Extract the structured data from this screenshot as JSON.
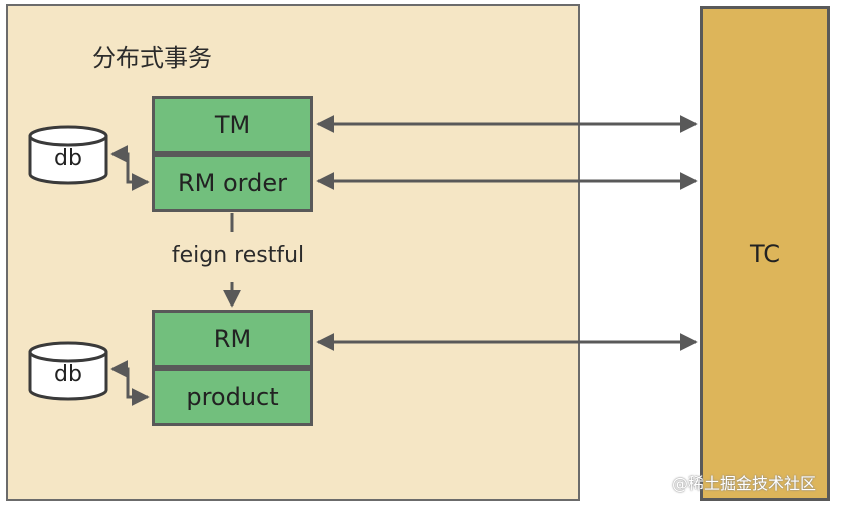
{
  "title": "分布式事务",
  "boxes": {
    "tm": "TM",
    "rm_order": "RM order",
    "rm": "RM",
    "product": "product",
    "tc": "TC"
  },
  "databases": [
    "db",
    "db"
  ],
  "connector_label": "feign restful",
  "watermark": "@稀土掘金技术社区",
  "colors": {
    "panel": "#f5e6c5",
    "box": "#72bf7d",
    "tc": "#ddb55a",
    "stroke": "#595959"
  }
}
